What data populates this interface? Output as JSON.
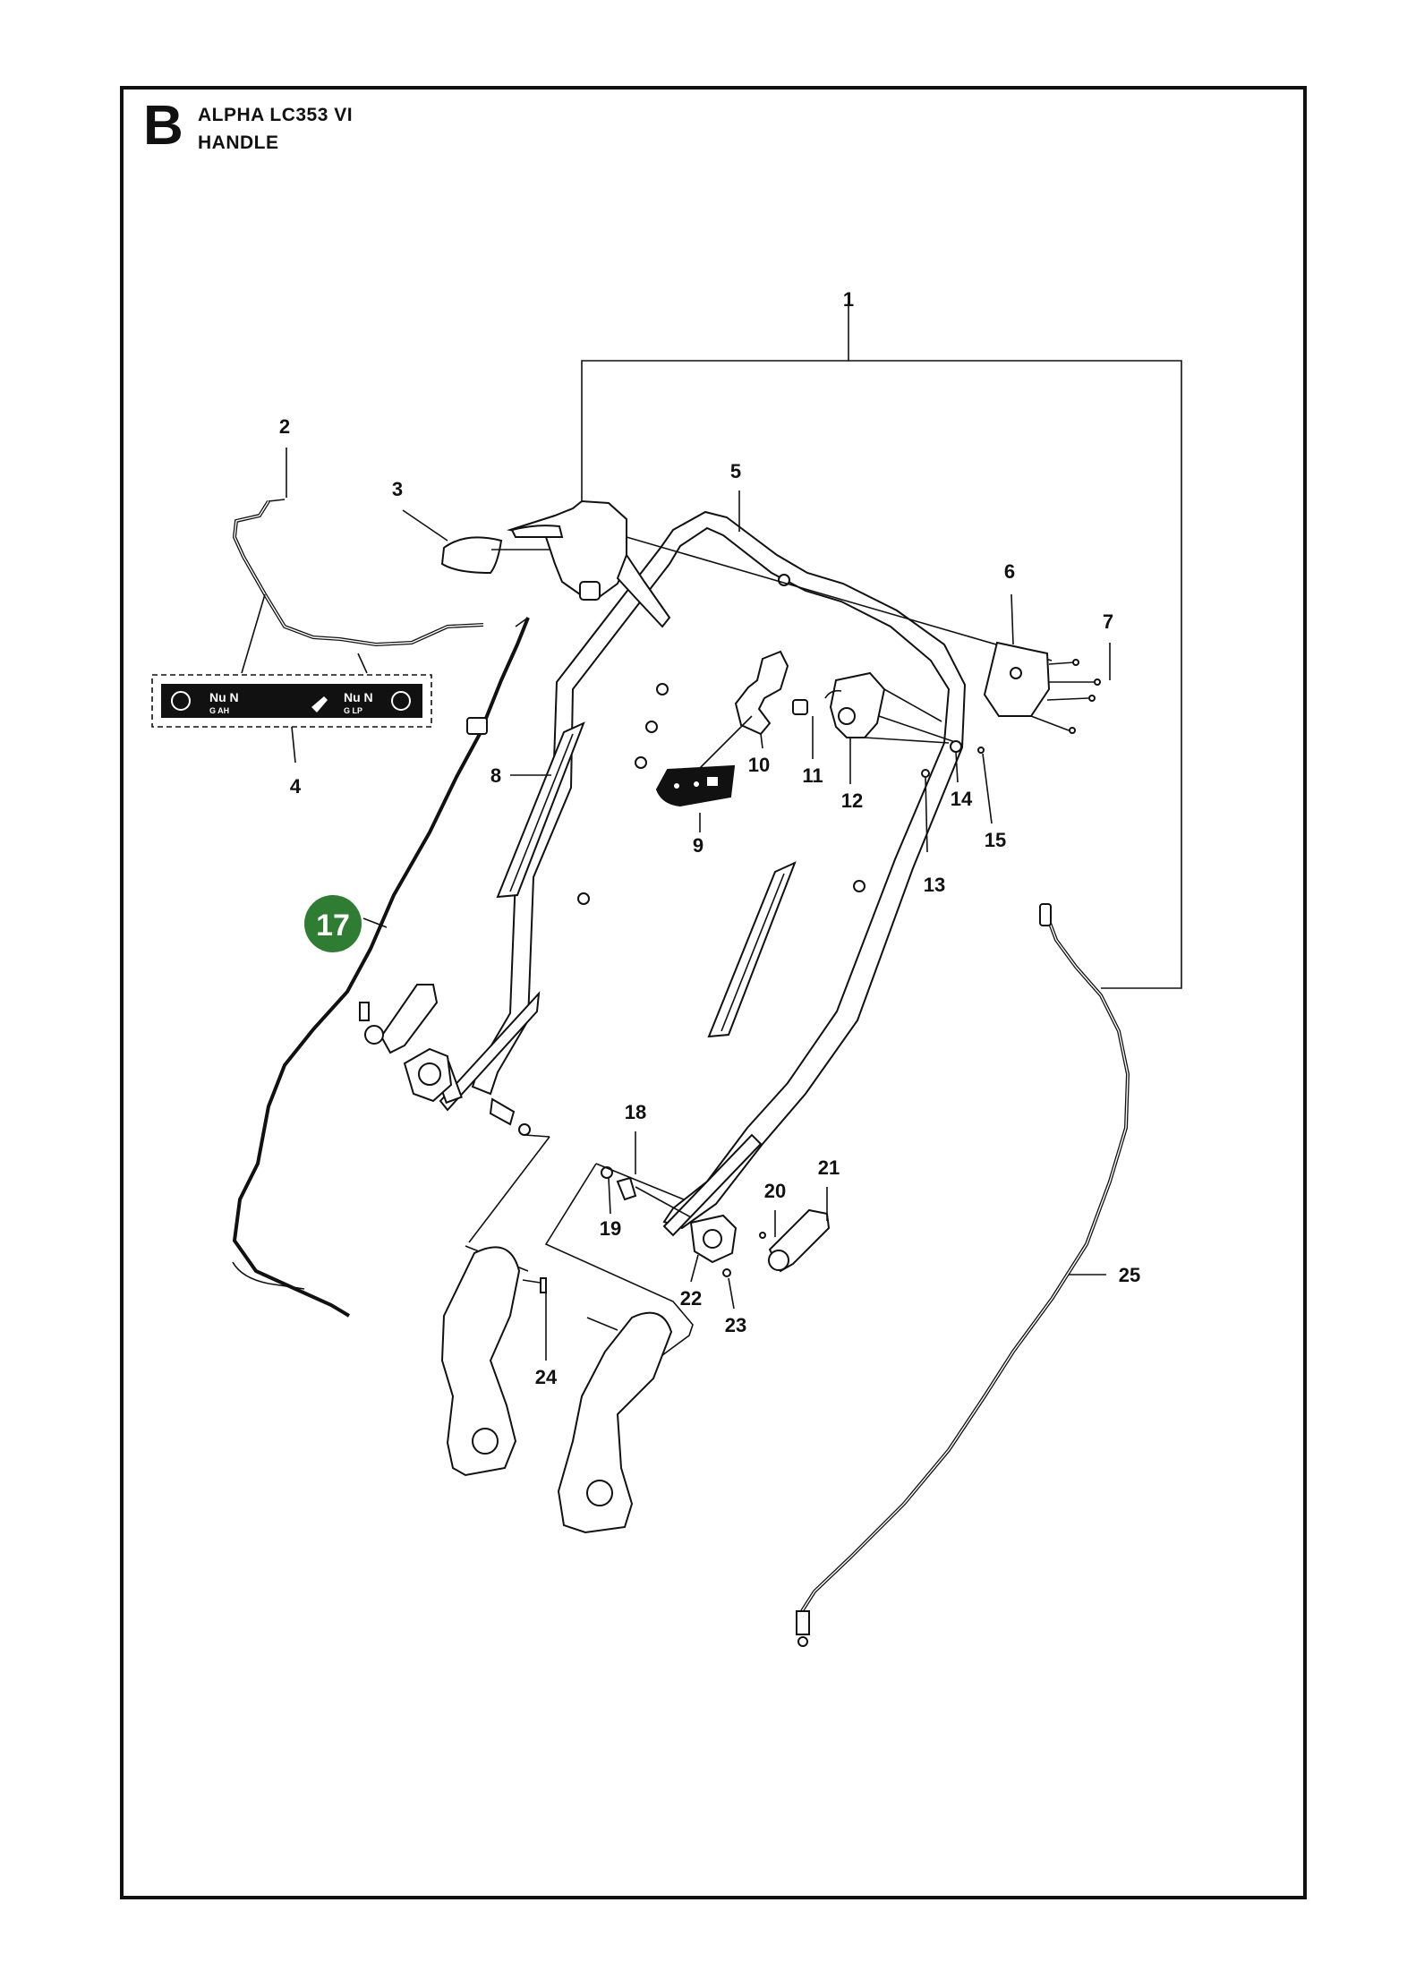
{
  "header": {
    "section_letter": "B",
    "model": "ALPHA LC353 VI",
    "assembly": "HANDLE"
  },
  "decal": {
    "left_text": "Nu N",
    "left_sub": "G AH",
    "right_text": "Nu N",
    "right_sub": "G LP"
  },
  "highlight": {
    "label": "17",
    "color": "#2e7d32"
  },
  "callouts": [
    {
      "id": "1",
      "label": "1"
    },
    {
      "id": "2",
      "label": "2"
    },
    {
      "id": "3",
      "label": "3"
    },
    {
      "id": "4",
      "label": "4"
    },
    {
      "id": "5",
      "label": "5"
    },
    {
      "id": "6",
      "label": "6"
    },
    {
      "id": "7",
      "label": "7"
    },
    {
      "id": "8",
      "label": "8"
    },
    {
      "id": "9",
      "label": "9"
    },
    {
      "id": "10",
      "label": "10"
    },
    {
      "id": "11",
      "label": "11"
    },
    {
      "id": "12",
      "label": "12"
    },
    {
      "id": "13",
      "label": "13"
    },
    {
      "id": "14",
      "label": "14"
    },
    {
      "id": "15",
      "label": "15"
    },
    {
      "id": "18",
      "label": "18"
    },
    {
      "id": "19",
      "label": "19"
    },
    {
      "id": "20",
      "label": "20"
    },
    {
      "id": "21",
      "label": "21"
    },
    {
      "id": "22",
      "label": "22"
    },
    {
      "id": "23",
      "label": "23"
    },
    {
      "id": "24",
      "label": "24"
    },
    {
      "id": "25",
      "label": "25"
    }
  ]
}
